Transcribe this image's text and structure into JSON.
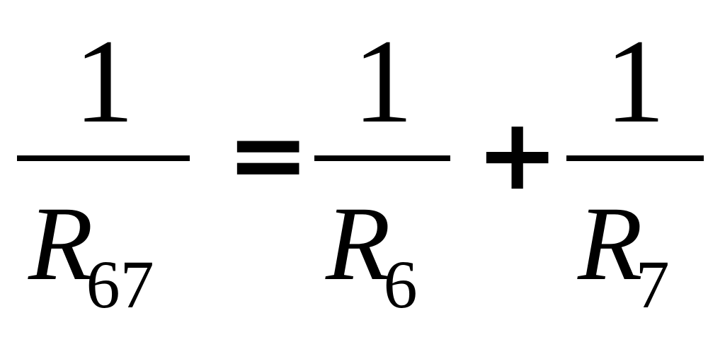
{
  "formula": {
    "lhs": {
      "numerator": "1",
      "den_symbol": "R",
      "den_sub": "67"
    },
    "equals": "=",
    "term1": {
      "numerator": "1",
      "den_symbol": "R",
      "den_sub": "6"
    },
    "plus": "+",
    "term2": {
      "numerator": "1",
      "den_symbol": "R",
      "den_sub": "7"
    }
  }
}
